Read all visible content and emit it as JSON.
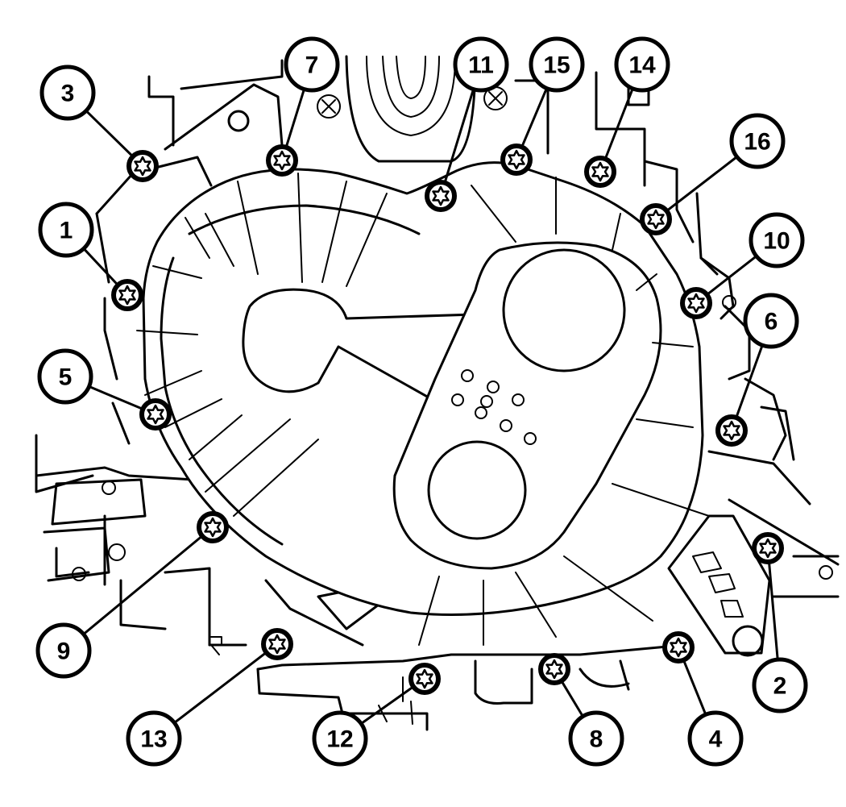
{
  "diagram": {
    "callouts": [
      {
        "id": "bolt-1",
        "label": "1"
      },
      {
        "id": "bolt-2",
        "label": "2"
      },
      {
        "id": "bolt-3",
        "label": "3"
      },
      {
        "id": "bolt-4",
        "label": "4"
      },
      {
        "id": "bolt-5",
        "label": "5"
      },
      {
        "id": "bolt-6",
        "label": "6"
      },
      {
        "id": "bolt-7",
        "label": "7"
      },
      {
        "id": "bolt-8",
        "label": "8"
      },
      {
        "id": "bolt-9",
        "label": "9"
      },
      {
        "id": "bolt-10",
        "label": "10"
      },
      {
        "id": "bolt-11",
        "label": "11"
      },
      {
        "id": "bolt-12",
        "label": "12"
      },
      {
        "id": "bolt-13",
        "label": "13"
      },
      {
        "id": "bolt-14",
        "label": "14"
      },
      {
        "id": "bolt-15",
        "label": "15"
      },
      {
        "id": "bolt-16",
        "label": "16"
      }
    ]
  }
}
